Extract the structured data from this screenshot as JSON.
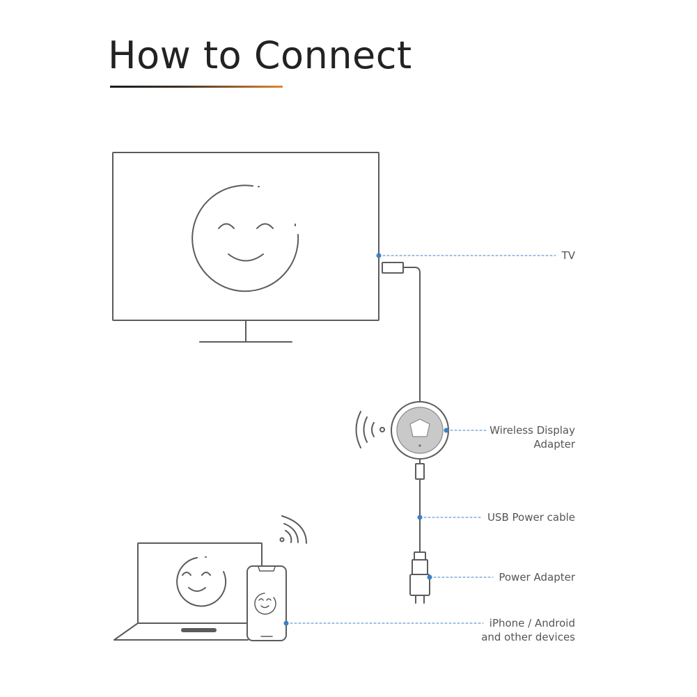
{
  "title": "How to Connect",
  "colors": {
    "accent": "#e0862e",
    "line": "#5b5b5b",
    "leader": "#3d7fc4",
    "text": "#555555"
  },
  "labels": {
    "tv": "TV",
    "adapter_line1": "Wireless Display",
    "adapter_line2": "Adapter",
    "usb_cable": "USB Power cable",
    "power_adapter": "Power Adapter",
    "devices_line1": "iPhone / Android",
    "devices_line2": "and other devices"
  }
}
